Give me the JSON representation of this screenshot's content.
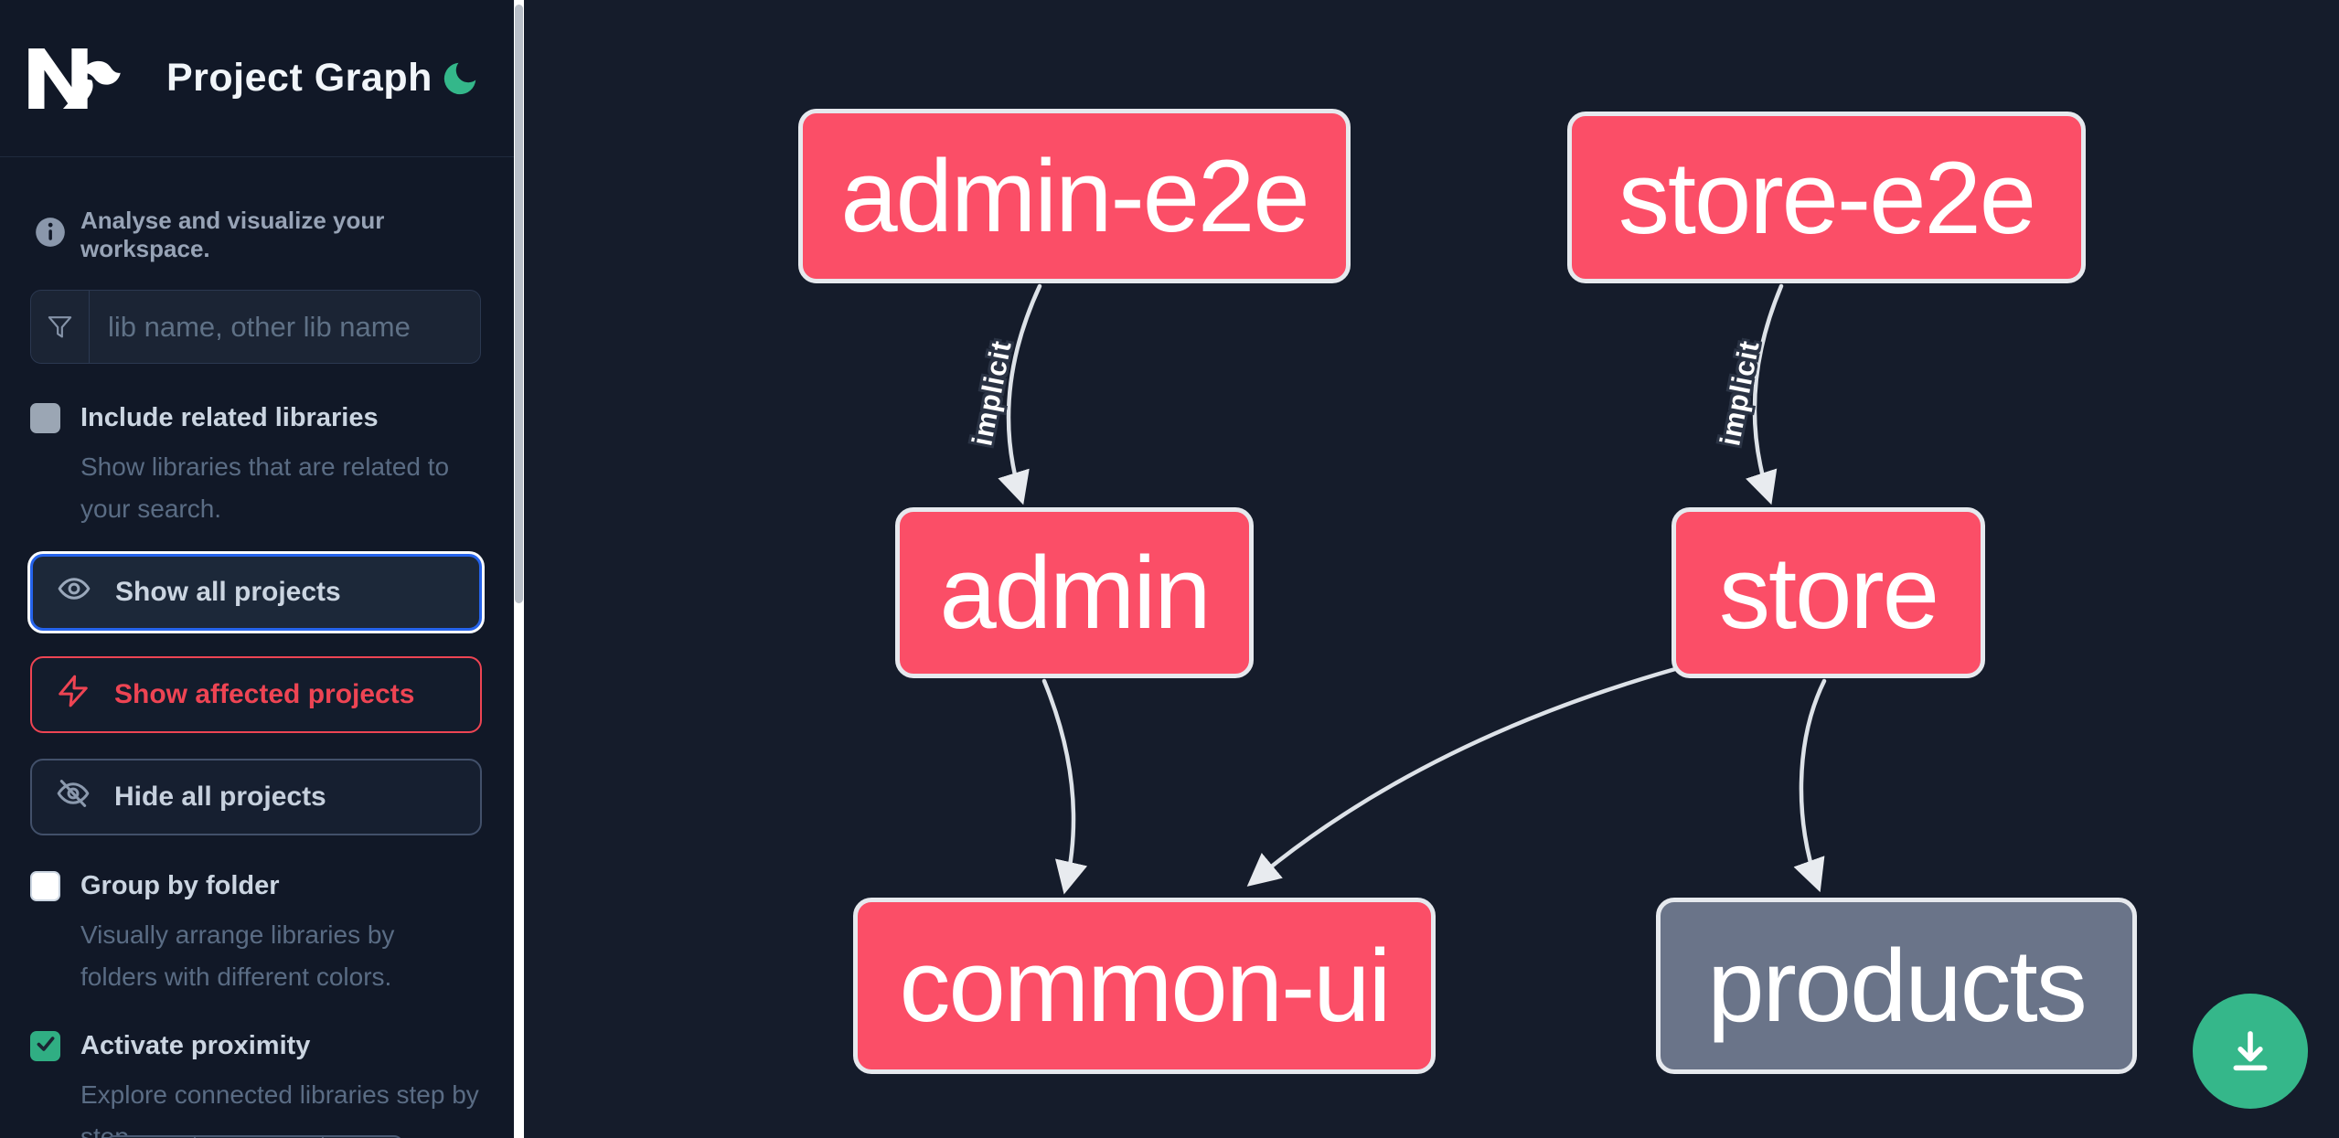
{
  "app": {
    "title": "Project Graph",
    "tagline": "Analyse and visualize your workspace."
  },
  "sidebar": {
    "search": {
      "placeholder": "lib name, other lib name",
      "value": ""
    },
    "include_related": {
      "label": "Include related libraries",
      "description": "Show libraries that are related to your search.",
      "checked": false
    },
    "actions": {
      "show_all": "Show all projects",
      "show_affected": "Show affected projects",
      "hide_all": "Hide all projects"
    },
    "group_by_folder": {
      "label": "Group by folder",
      "description": "Visually arrange libraries by folders with different colors.",
      "checked": false
    },
    "activate_proximity": {
      "label": "Activate proximity",
      "description": "Explore connected libraries step by step.",
      "checked": true
    }
  },
  "graph": {
    "nodes": [
      {
        "id": "admin-e2e",
        "status": "affected"
      },
      {
        "id": "store-e2e",
        "status": "affected"
      },
      {
        "id": "admin",
        "status": "affected"
      },
      {
        "id": "store",
        "status": "affected"
      },
      {
        "id": "common-ui",
        "status": "affected"
      },
      {
        "id": "products",
        "status": "unaffected"
      }
    ],
    "edges": [
      {
        "source": "admin-e2e",
        "target": "admin",
        "type": "implicit",
        "label": "implicit"
      },
      {
        "source": "store-e2e",
        "target": "store",
        "type": "implicit",
        "label": "implicit"
      },
      {
        "source": "admin",
        "target": "common-ui",
        "type": "static",
        "label": ""
      },
      {
        "source": "store",
        "target": "common-ui",
        "type": "static",
        "label": ""
      },
      {
        "source": "store",
        "target": "products",
        "type": "static",
        "label": ""
      }
    ]
  },
  "colors": {
    "affected_node": "#fb4e67",
    "unaffected_node": "#6a7489",
    "node_border": "#e6e9ee",
    "edge": "#dde2e8",
    "accent_green": "#35b78a",
    "focus_blue": "#2563eb",
    "alert_red": "#ee4453"
  },
  "fab": {
    "icon": "download-icon"
  }
}
